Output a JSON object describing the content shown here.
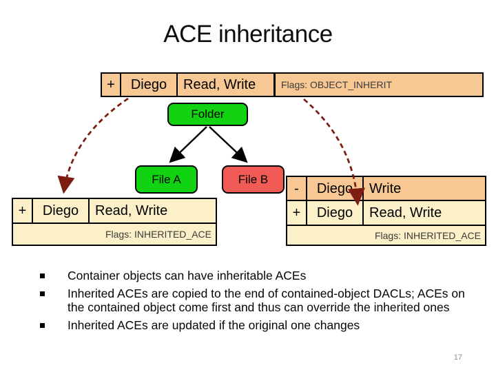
{
  "slide": {
    "title": "ACE inheritance",
    "page_number": "17"
  },
  "top_ace": {
    "sign": "+",
    "principal": "Diego",
    "rights": "Read, Write",
    "flags": "Flags: OBJECT_INHERIT"
  },
  "tree": {
    "root": "Folder",
    "children": [
      "File A",
      "File B"
    ]
  },
  "left_acl": {
    "rows": [
      {
        "sign": "+",
        "principal": "Diego",
        "rights": "Read, Write"
      }
    ],
    "flags": "Flags: INHERITED_ACE"
  },
  "right_acl": {
    "rows": [
      {
        "sign": "-",
        "principal": "Diego",
        "rights": "Write"
      },
      {
        "sign": "+",
        "principal": "Diego",
        "rights": "Read, Write"
      }
    ],
    "flags": "Flags: INHERITED_ACE"
  },
  "bullets": [
    "Container objects can have inheritable ACEs",
    "Inherited ACEs are copied to the end of contained-object DACLs; ACEs on the contained object come first and thus can override the inherited ones",
    "Inherited ACEs are updated if the original one changes"
  ],
  "colors": {
    "peach": "#F7C894",
    "cream": "#FBF0C8",
    "green": "#12D312",
    "red": "#F05B55",
    "maroon": "#7C1D12"
  }
}
